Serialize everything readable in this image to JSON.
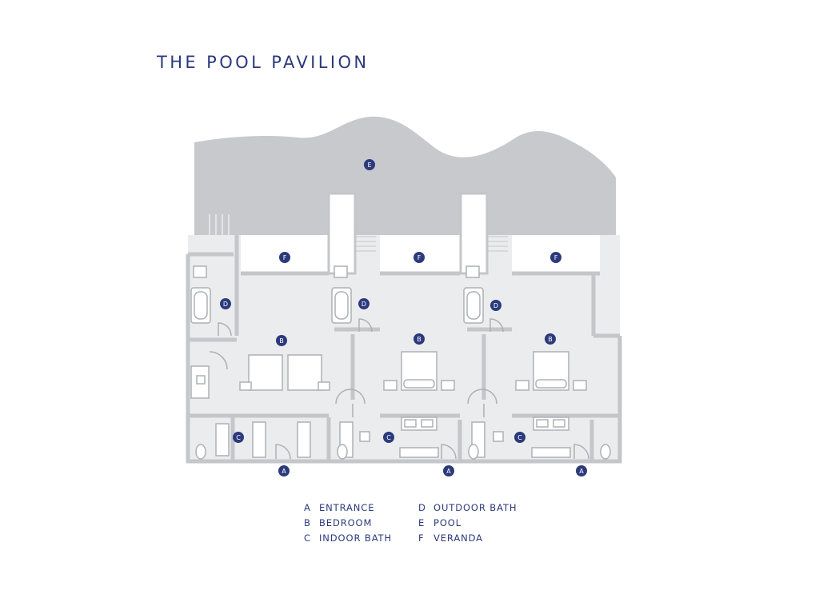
{
  "title": "THE POOL PAVILION",
  "marker_letters": [
    "A",
    "B",
    "C",
    "D",
    "E",
    "F"
  ],
  "legend": [
    {
      "letter": "A",
      "label": "ENTRANCE"
    },
    {
      "letter": "D",
      "label": "OUTDOOR BATH"
    },
    {
      "letter": "B",
      "label": "BEDROOM"
    },
    {
      "letter": "E",
      "label": "POOL"
    },
    {
      "letter": "C",
      "label": "INDOOR BATH"
    },
    {
      "letter": "F",
      "label": "VERANDA"
    }
  ],
  "colors": {
    "accent": "#2c3a7c",
    "wall": "#c4c6ca",
    "floor": "#ebecee",
    "pool": "#c8c9cd",
    "veranda": "#ffffff"
  }
}
